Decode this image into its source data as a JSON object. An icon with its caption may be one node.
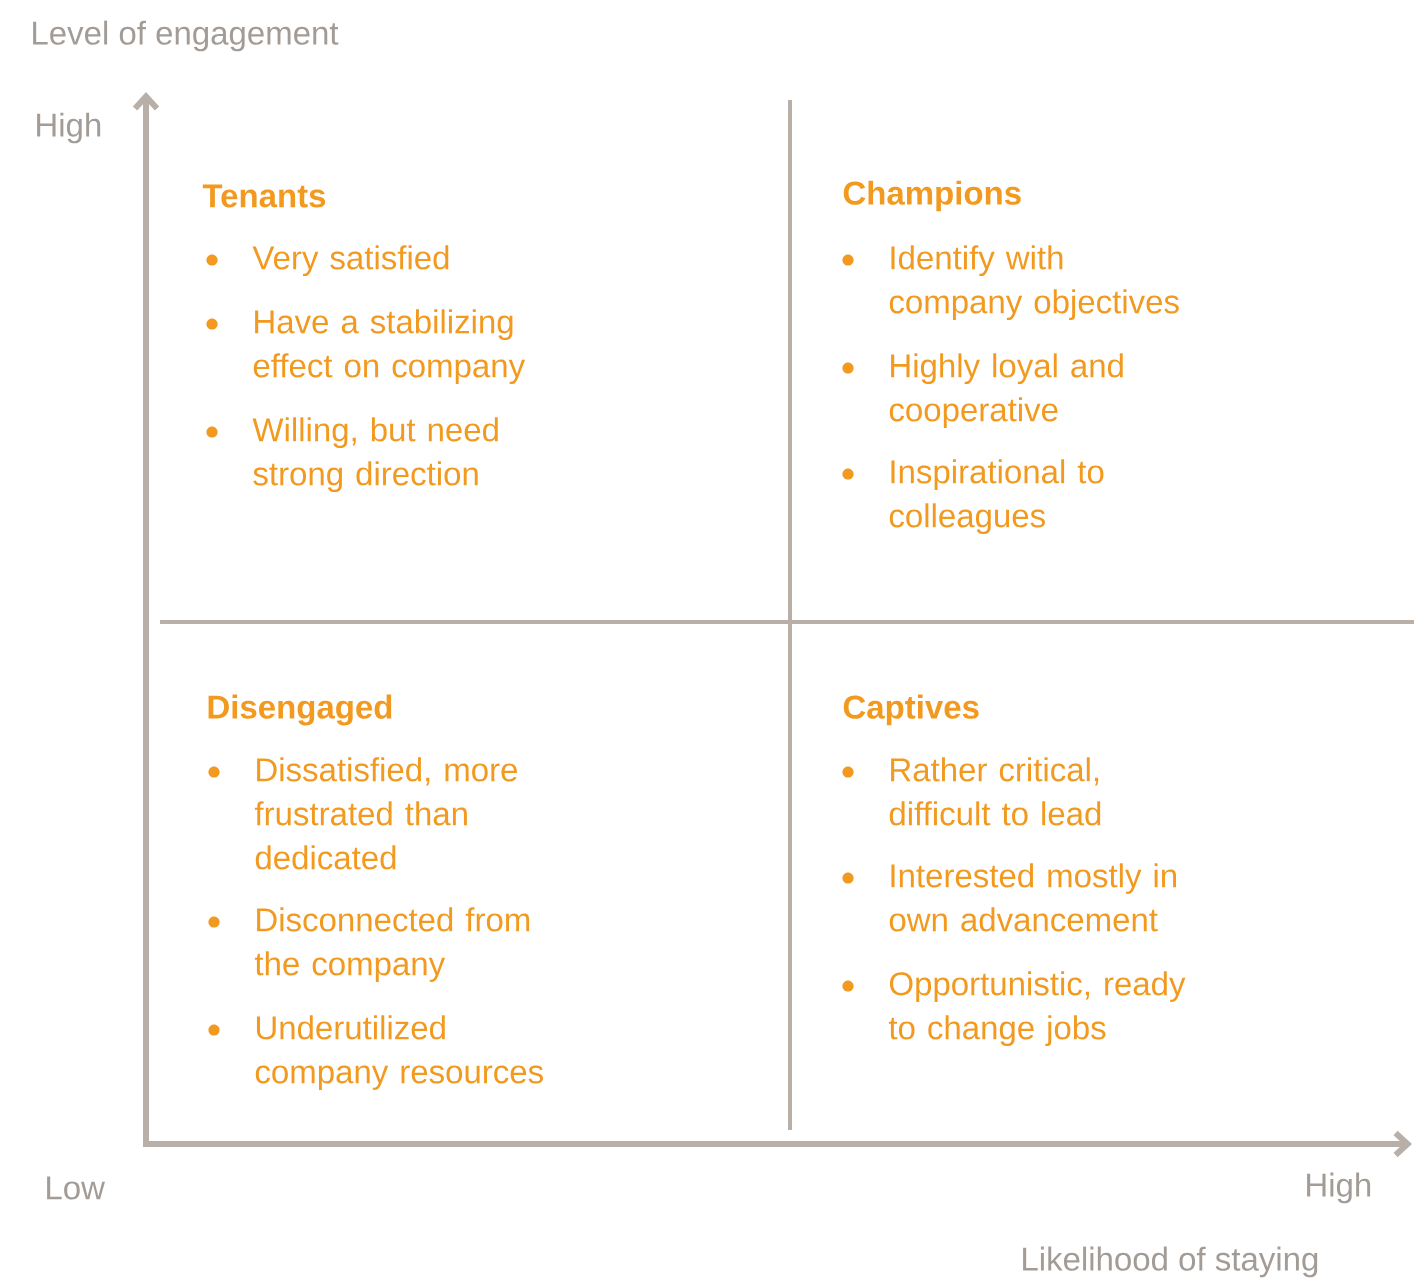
{
  "diagram": {
    "labels": [
      "Level of engagement",
      "High",
      "Tenants",
      "Very satisfied",
      "Have a stabilizing effect on company",
      "Willing, but need strong direction",
      "Champions",
      "Identify with company objectives",
      "Highly loyal and cooperative",
      "Inspirational to colleagues",
      "Disengaged",
      "Dissatisfied, more frustrated than dedicated",
      "Disconnected from the company",
      "Underutilized company resources",
      "Captives",
      "Rather critical, difficult to lead",
      "Interested mostly in own advancement",
      "Opportunistic, ready to change jobs",
      "Low",
      "High",
      "Likelihood of staying"
    ]
  }
}
